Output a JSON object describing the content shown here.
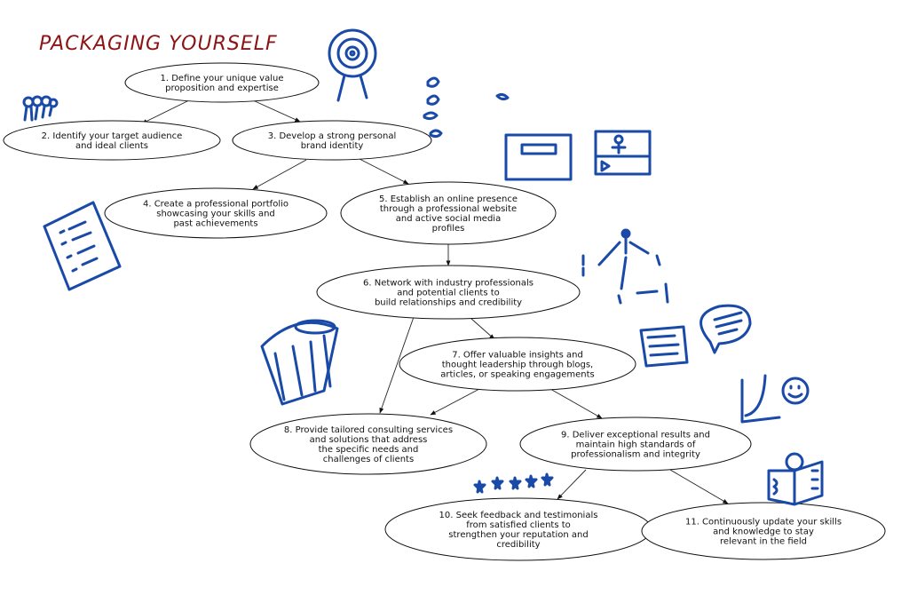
{
  "title": "PACKAGING YOURSELF",
  "colors": {
    "title": "#8b1515",
    "doodle": "#1a4aa8",
    "stroke": "#111111"
  },
  "nodes": [
    {
      "id": 1,
      "lines": [
        "1. Define your unique value",
        "proposition and expertise"
      ]
    },
    {
      "id": 2,
      "lines": [
        "2. Identify your target audience",
        "and ideal clients"
      ]
    },
    {
      "id": 3,
      "lines": [
        "3. Develop a strong personal",
        "brand identity"
      ]
    },
    {
      "id": 4,
      "lines": [
        "4. Create a professional portfolio",
        "showcasing your skills and",
        "past achievements"
      ]
    },
    {
      "id": 5,
      "lines": [
        "5. Establish an online presence",
        "through a professional website",
        "and active social media",
        "profiles"
      ]
    },
    {
      "id": 6,
      "lines": [
        "6. Network with industry professionals",
        "and potential clients to",
        "build relationships and credibility"
      ]
    },
    {
      "id": 7,
      "lines": [
        "7. Offer valuable insights and",
        "thought leadership through blogs,",
        "articles, or speaking engagements"
      ]
    },
    {
      "id": 8,
      "lines": [
        "8. Provide tailored consulting services",
        "and solutions that address",
        "the specific needs and",
        "challenges of clients"
      ]
    },
    {
      "id": 9,
      "lines": [
        "9. Deliver exceptional results and",
        "maintain high standards of",
        "professionalism and integrity"
      ]
    },
    {
      "id": 10,
      "lines": [
        "10. Seek feedback and testimonials",
        "from satisfied clients to",
        "strengthen your reputation and",
        "credibility"
      ]
    },
    {
      "id": 11,
      "lines": [
        "11. Continuously update your skills",
        "and knowledge to stay",
        "relevant in the field"
      ]
    }
  ],
  "edges": [
    [
      1,
      2
    ],
    [
      1,
      3
    ],
    [
      3,
      4
    ],
    [
      3,
      5
    ],
    [
      5,
      6
    ],
    [
      6,
      7
    ],
    [
      6,
      8
    ],
    [
      7,
      8
    ],
    [
      7,
      9
    ],
    [
      9,
      10
    ],
    [
      9,
      11
    ]
  ]
}
